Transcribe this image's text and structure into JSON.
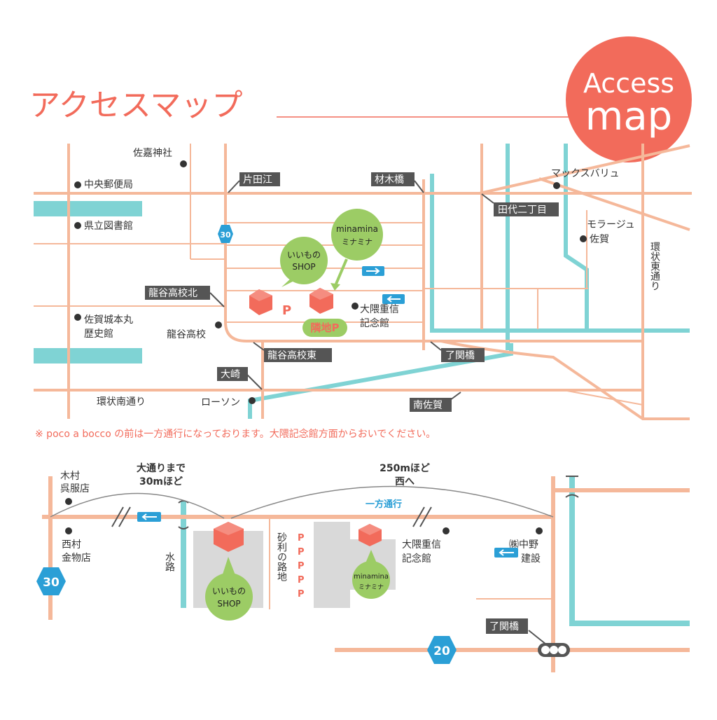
{
  "header": {
    "title": "アクセスマップ",
    "badge_line1": "Access",
    "badge_line2": "map"
  },
  "colors": {
    "road": "#f5b89a",
    "water": "#7fd3d4",
    "accent": "#f26b5b",
    "green": "#9ccc65",
    "tag_bg": "#555555",
    "arrow_blue": "#2b9fd6"
  },
  "map1": {
    "places": {
      "sagajinja": "佐嘉神社",
      "chuo_post": "中央郵便局",
      "library": "県立図書館",
      "castle_1": "佐賀城本丸",
      "castle_2": "歴史館",
      "ryukoku_hs": "龍谷高校",
      "lawson": "ローソン",
      "maxvalu": "マックスバリュ",
      "moraju_1": "モラージュ",
      "moraju_2": "佐賀",
      "okuma_1": "大隈重信",
      "okuma_2": "記念館",
      "kanjo_minami": "環状南通り",
      "kanjo_higashi": "環状東通り"
    },
    "intersections": {
      "katatae": "片田江",
      "zaimokubashi": "材木橋",
      "tashiro": "田代二丁目",
      "ryukoku_kita": "龍谷高校北",
      "ryukoku_higashi": "龍谷高校東",
      "ryokanbashi": "了関橋",
      "osaki": "大崎",
      "minamisaga": "南佐賀"
    },
    "route_number": "30",
    "shop_1": "いいもの",
    "shop_2": "SHOP",
    "mina_1": "minamina",
    "mina_2": "ミナミナ",
    "parking": "P",
    "neighbor_parking": "隣地P"
  },
  "notice": "※ poco a bocco の前は一方通行になっております。大隈記念館方面からおいでください。",
  "map2": {
    "kimura_1": "木村",
    "kimura_2": "呉服店",
    "nishimura_1": "西村",
    "nishimura_2": "金物店",
    "suiro": "水路",
    "jari": "砂利の路地",
    "okuma_1": "大隈重信",
    "okuma_2": "記念館",
    "nakano_1": "㈱中野",
    "nakano_2": "建設",
    "dist1_1": "大通りまで",
    "dist1_2": "30mほど",
    "dist2_1": "250mほど",
    "dist2_2": "西へ",
    "oneway": "一方通行",
    "route30": "30",
    "route20": "20",
    "ryokanbashi": "了関橋",
    "shop_1": "いいもの",
    "shop_2": "SHOP",
    "mina_1": "minamina",
    "mina_2": "ミナミナ",
    "parking": "P"
  }
}
